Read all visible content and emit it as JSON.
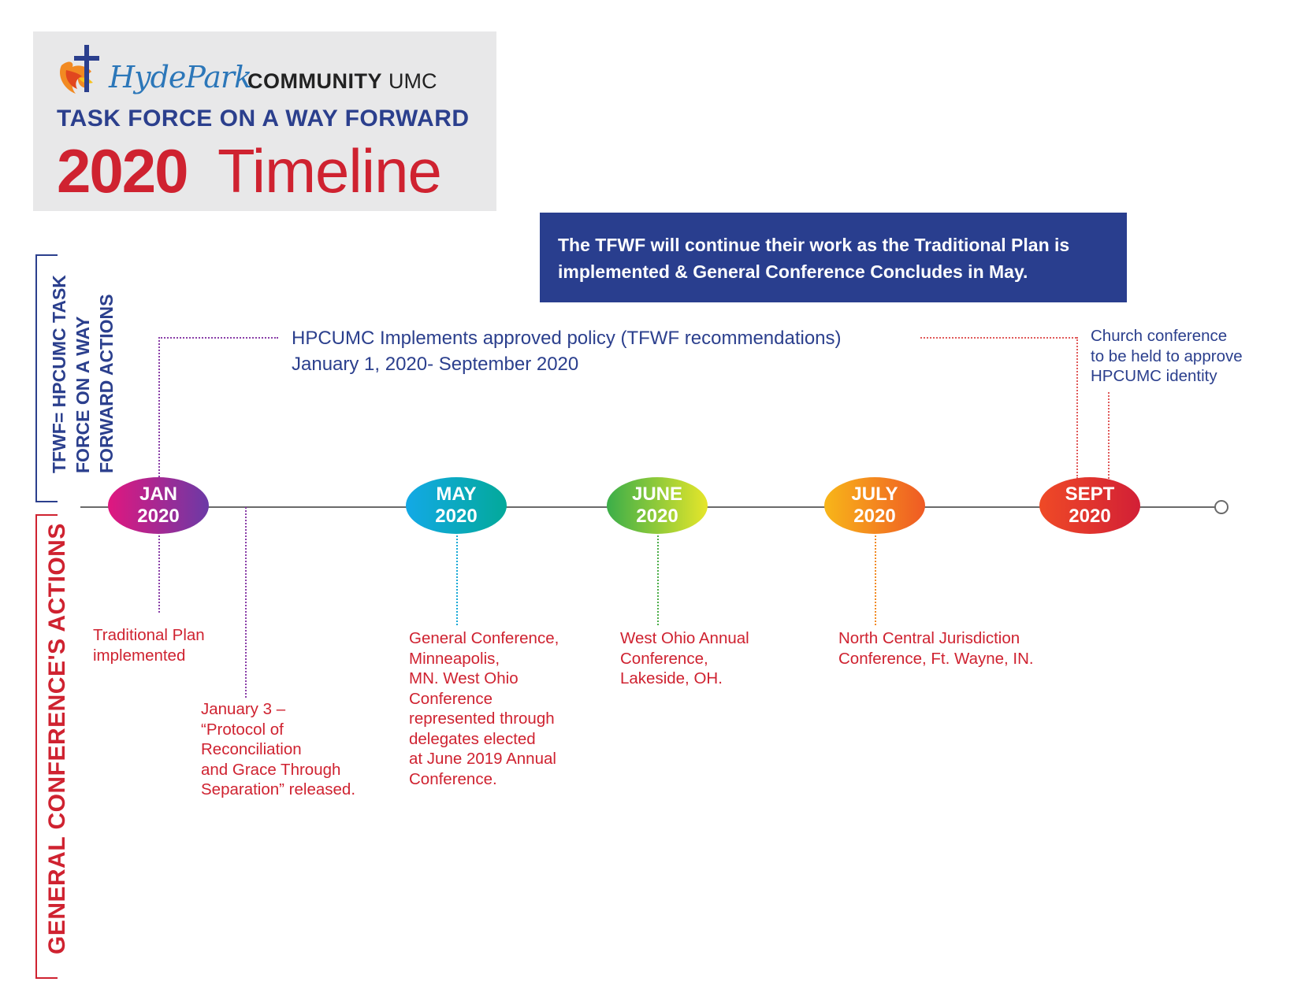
{
  "header": {
    "logo_hydepark": "HydePark",
    "logo_community": "COMMUNITY",
    "logo_umc": "UMC",
    "task_force": "TASK FORCE ON A WAY FORWARD",
    "title_year": "2020",
    "title_word": "Timeline"
  },
  "note": {
    "text": "The TFWF will continue their work as the Traditional Plan is implemented & General Conference Concludes in May."
  },
  "side_labels": {
    "tfwf": "TFWF= HPCUMC TASK FORCE ON A WAY FORWARD  ACTIONS",
    "general_conference": "GENERAL CONFERENCE'S ACTIONS"
  },
  "policy": {
    "line1": "HPCUMC Implements approved policy (TFWF recommendations)",
    "line2": "January 1, 2020- September 2020"
  },
  "church_conference": {
    "line1": "Church conference",
    "line2": "to be held to approve",
    "line3": "HPCUMC identity"
  },
  "months": [
    {
      "month": "JAN",
      "year": "2020"
    },
    {
      "month": "MAY",
      "year": "2020"
    },
    {
      "month": "JUNE",
      "year": "2020"
    },
    {
      "month": "JULY",
      "year": "2020"
    },
    {
      "month": "SEPT",
      "year": "2020"
    }
  ],
  "events": {
    "traditional_plan": [
      "Traditional Plan",
      "implemented"
    ],
    "protocol": [
      "January 3 –",
      "“Protocol of",
      "Reconciliation",
      "and Grace Through",
      "Separation” released."
    ],
    "general_conference": [
      "General Conference,",
      "Minneapolis,",
      "MN. West Ohio",
      "Conference",
      "represented through",
      "delegates elected",
      "at June 2019 Annual",
      "Conference."
    ],
    "west_ohio": [
      "West Ohio Annual",
      "Conference,",
      "Lakeside, OH."
    ],
    "north_central": [
      "North Central Jurisdiction",
      "Conference, Ft. Wayne, IN."
    ]
  },
  "colors": {
    "blue": "#2b3f8d",
    "red": "#cf2230",
    "header_bg": "#e8e8e9"
  }
}
